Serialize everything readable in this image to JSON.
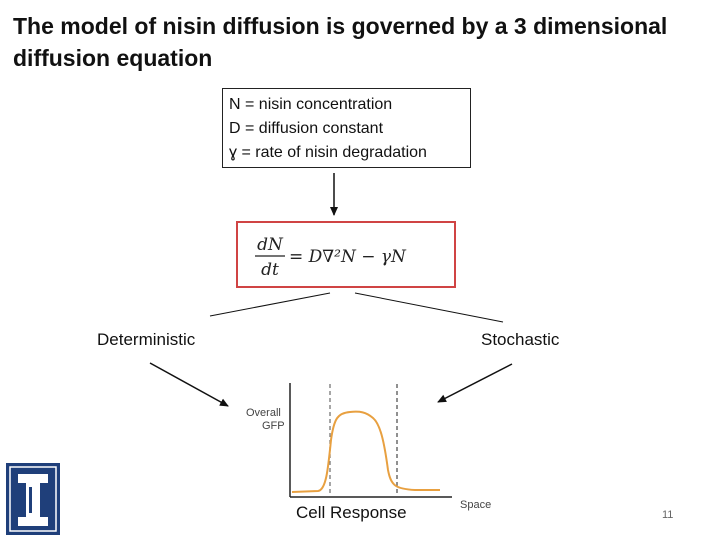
{
  "slide": {
    "title": "The model of nisin diffusion is governed by a 3 dimensional diffusion equation",
    "definitions": [
      "N = nisin concentration",
      "D = diffusion constant",
      "ɣ = rate of nisin degradation"
    ],
    "equation": {
      "numerator": "dN",
      "denominator": "dt",
      "rhs": "= D∇²N − γN"
    },
    "branches": {
      "left": "Deterministic",
      "right": "Stochastic"
    },
    "graph": {
      "y_label_line1": "Overall",
      "y_label_line2": "GFP",
      "x_label": "Space",
      "caption": "Cell Response",
      "curve_color": "#e8a040"
    },
    "page_number": "11",
    "logo": {
      "icon": "illinois-block-i-logo",
      "color": "#1f3f7a"
    }
  }
}
